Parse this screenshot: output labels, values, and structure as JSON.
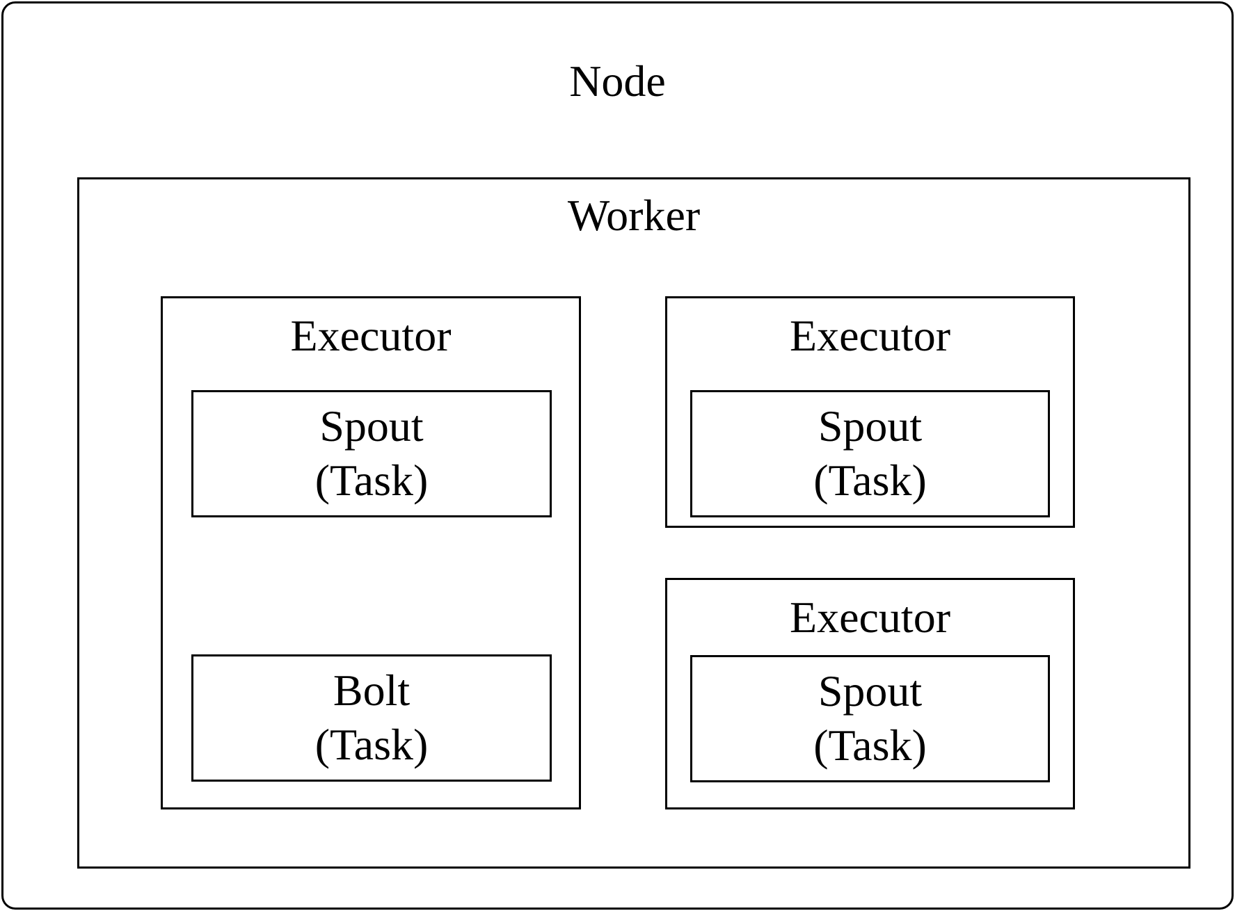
{
  "node": {
    "label": "Node"
  },
  "worker": {
    "label": "Worker"
  },
  "executors": [
    {
      "label": "Executor",
      "tasks": [
        {
          "name": "Spout",
          "kind": "(Task)"
        },
        {
          "name": "Bolt",
          "kind": "(Task)"
        }
      ]
    },
    {
      "label": "Executor",
      "tasks": [
        {
          "name": "Spout",
          "kind": "(Task)"
        }
      ]
    },
    {
      "label": "Executor",
      "tasks": [
        {
          "name": "Spout",
          "kind": "(Task)"
        }
      ]
    }
  ]
}
